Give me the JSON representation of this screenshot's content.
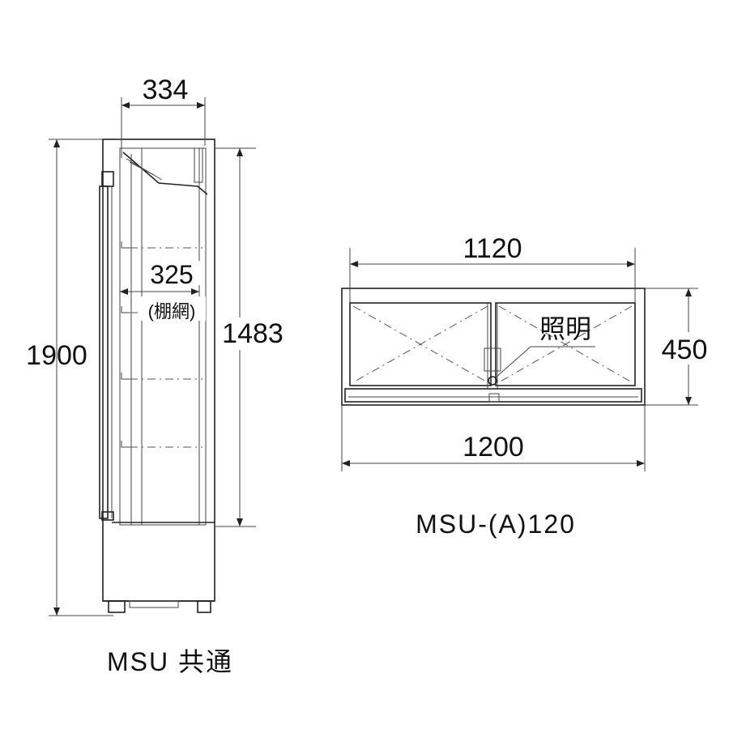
{
  "side_view": {
    "dimensions": {
      "width": "334",
      "height": "1900",
      "door_height": "1483",
      "shelf_depth": "325",
      "shelf_note": "(棚網)"
    },
    "caption": "MSU 共通"
  },
  "front_view": {
    "dimensions": {
      "inner_width": "1120",
      "outer_width": "1200",
      "height": "450"
    },
    "lighting_label": "照明",
    "caption": "MSU-(A)120"
  }
}
